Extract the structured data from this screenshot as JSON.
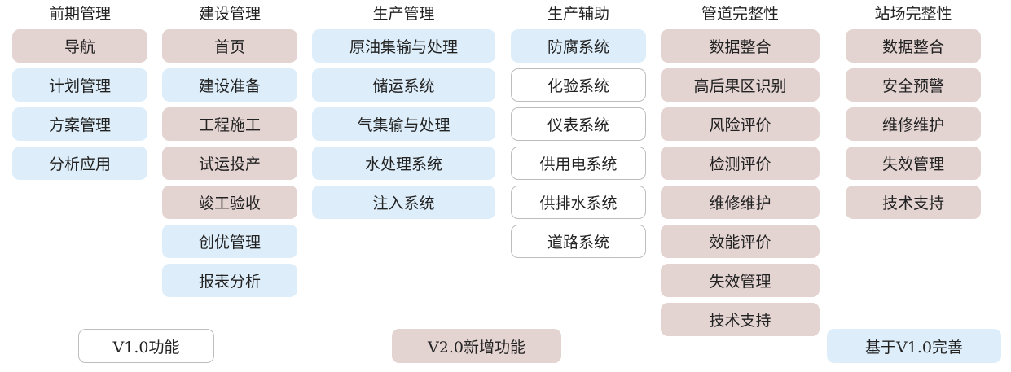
{
  "columns": [
    {
      "title": "前期管理",
      "items": [
        {
          "label": "导航",
          "type": "p"
        },
        {
          "label": "计划管理",
          "type": "b"
        },
        {
          "label": "方案管理",
          "type": "b"
        },
        {
          "label": "分析应用",
          "type": "b"
        }
      ]
    },
    {
      "title": "建设管理",
      "items": [
        {
          "label": "首页",
          "type": "p"
        },
        {
          "label": "建设准备",
          "type": "b"
        },
        {
          "label": "工程施工",
          "type": "p"
        },
        {
          "label": "试运投产",
          "type": "p"
        },
        {
          "label": "竣工验收",
          "type": "p"
        },
        {
          "label": "创优管理",
          "type": "b"
        },
        {
          "label": "报表分析",
          "type": "b"
        }
      ]
    },
    {
      "title": "生产管理",
      "items": [
        {
          "label": "原油集输与处理",
          "type": "b"
        },
        {
          "label": "储运系统",
          "type": "b"
        },
        {
          "label": "气集输与处理",
          "type": "b"
        },
        {
          "label": "水处理系统",
          "type": "b"
        },
        {
          "label": "注入系统",
          "type": "b"
        }
      ]
    },
    {
      "title": "生产辅助",
      "items": [
        {
          "label": "防腐系统",
          "type": "b"
        },
        {
          "label": "化验系统",
          "type": "w"
        },
        {
          "label": "仪表系统",
          "type": "w"
        },
        {
          "label": "供用电系统",
          "type": "w"
        },
        {
          "label": "供排水系统",
          "type": "w"
        },
        {
          "label": "道路系统",
          "type": "w"
        }
      ]
    },
    {
      "title": "管道完整性",
      "items": [
        {
          "label": "数据整合",
          "type": "p"
        },
        {
          "label": "高后果区识别",
          "type": "p"
        },
        {
          "label": "风险评价",
          "type": "p"
        },
        {
          "label": "检测评价",
          "type": "p"
        },
        {
          "label": "维修维护",
          "type": "p"
        },
        {
          "label": "效能评价",
          "type": "p"
        },
        {
          "label": "失效管理",
          "type": "p"
        },
        {
          "label": "技术支持",
          "type": "p"
        }
      ]
    },
    {
      "title": "站场完整性",
      "items": [
        {
          "label": "数据整合",
          "type": "p"
        },
        {
          "label": "安全预警",
          "type": "p"
        },
        {
          "label": "维修维护",
          "type": "p"
        },
        {
          "label": "失效管理",
          "type": "p"
        },
        {
          "label": "技术支持",
          "type": "p"
        }
      ]
    }
  ],
  "legend": [
    {
      "label": "V1.0功能",
      "type": "w"
    },
    {
      "label": "V2.0新增功能",
      "type": "p"
    },
    {
      "label": "基于V1.0完善",
      "type": "b"
    }
  ],
  "colors": {
    "new": "#e3d3d1",
    "improved": "#ddeefa",
    "v1": "#ffffff"
  }
}
